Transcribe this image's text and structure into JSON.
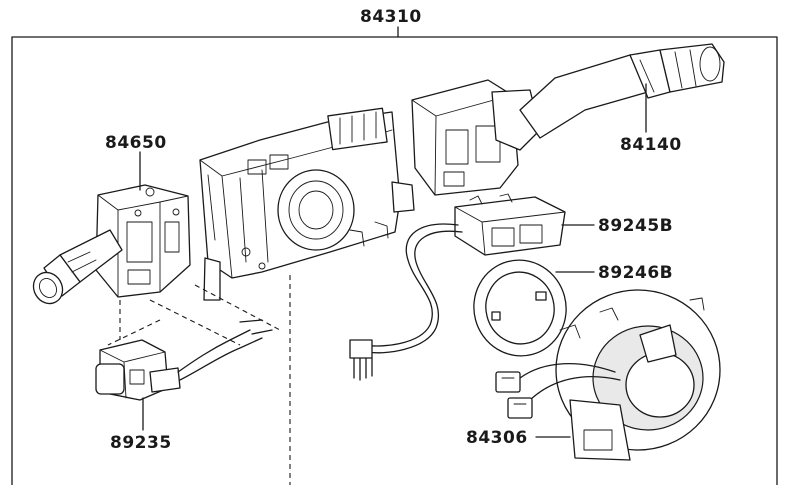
{
  "diagram": {
    "labels": {
      "assembly": "84310",
      "headlamp_switch": "84650",
      "wiper_switch": "84140",
      "sensor": "89245B",
      "sensor_ring": "89246B",
      "connector": "89235",
      "spiral_cable": "84306"
    }
  }
}
